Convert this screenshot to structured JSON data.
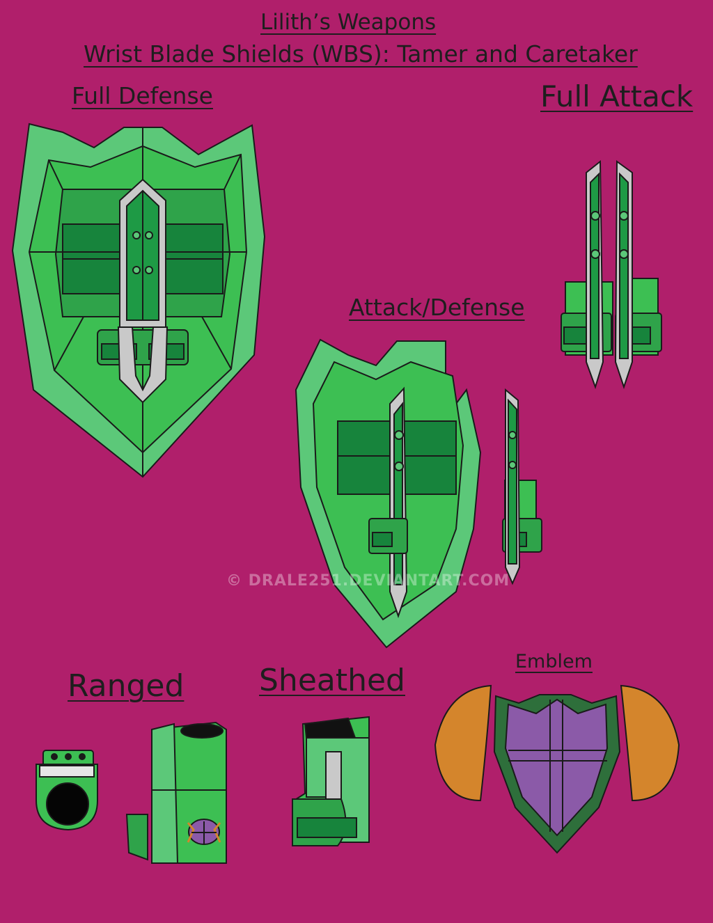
{
  "title": "Lilith’s Weapons",
  "subtitle": "Wrist Blade Shields (WBS): Tamer and Caretaker",
  "sections": {
    "full_defense": "Full Defense",
    "full_attack": "Full Attack",
    "attack_defense": "Attack/Defense",
    "ranged": "Ranged",
    "sheathed": "Sheathed",
    "emblem": "Emblem"
  },
  "watermark": "© DRALE251.DEVIANTART.COM",
  "colors": {
    "background": "#b01f6b",
    "shield_green": "#3dbf53",
    "light_green": "#5cc879",
    "dark_green": "#17843c",
    "blade_gray": "#c9c9c9",
    "emblem_purple": "#8b5aa8",
    "wing_orange": "#d4852c",
    "outline": "#1a1a1a"
  }
}
